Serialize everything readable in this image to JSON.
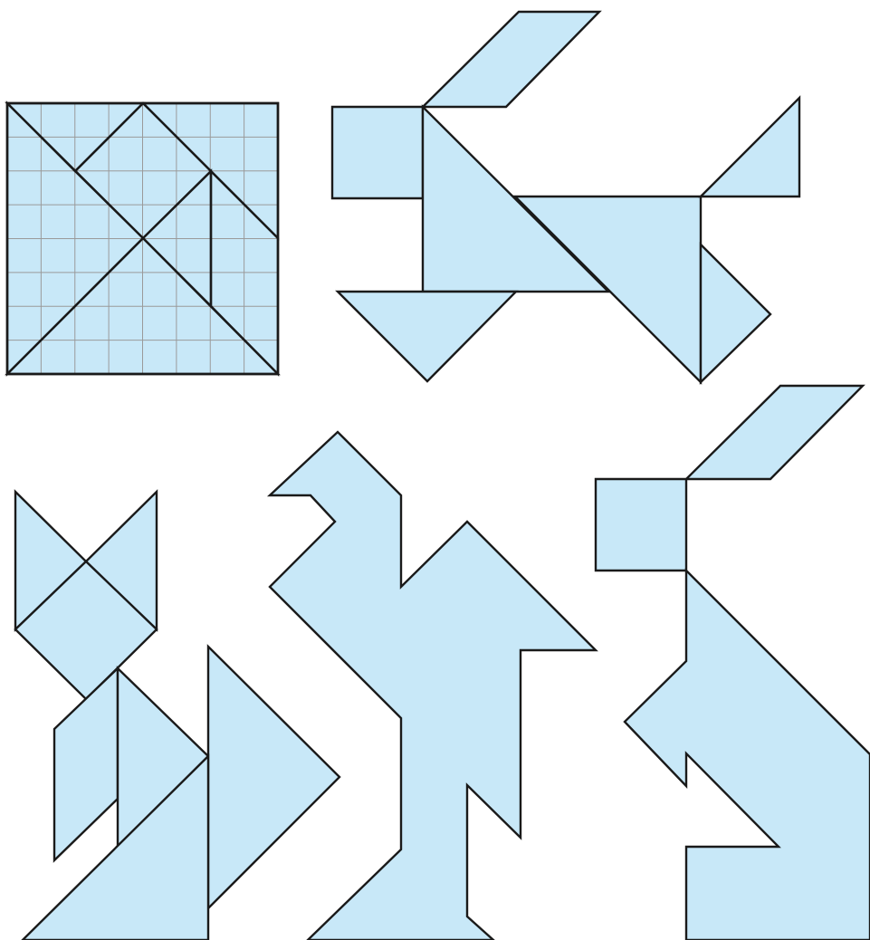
{
  "colors": {
    "fill": "#c8e8f8",
    "stroke": "#1a1a1a",
    "grid": "#9a9a9a"
  },
  "figures": [
    {
      "id": "figure-tangram-square",
      "shape": "square tangram set on an 8x8 grid",
      "pieces": 7
    },
    {
      "id": "figure-running-dog",
      "shape": "running animal",
      "pieces": 7
    },
    {
      "id": "figure-cat",
      "shape": "sitting cat",
      "pieces": 7
    },
    {
      "id": "figure-bird",
      "shape": "bird",
      "pieces": 7
    },
    {
      "id": "figure-kangaroo",
      "shape": "rabbit",
      "pieces": 7
    }
  ]
}
